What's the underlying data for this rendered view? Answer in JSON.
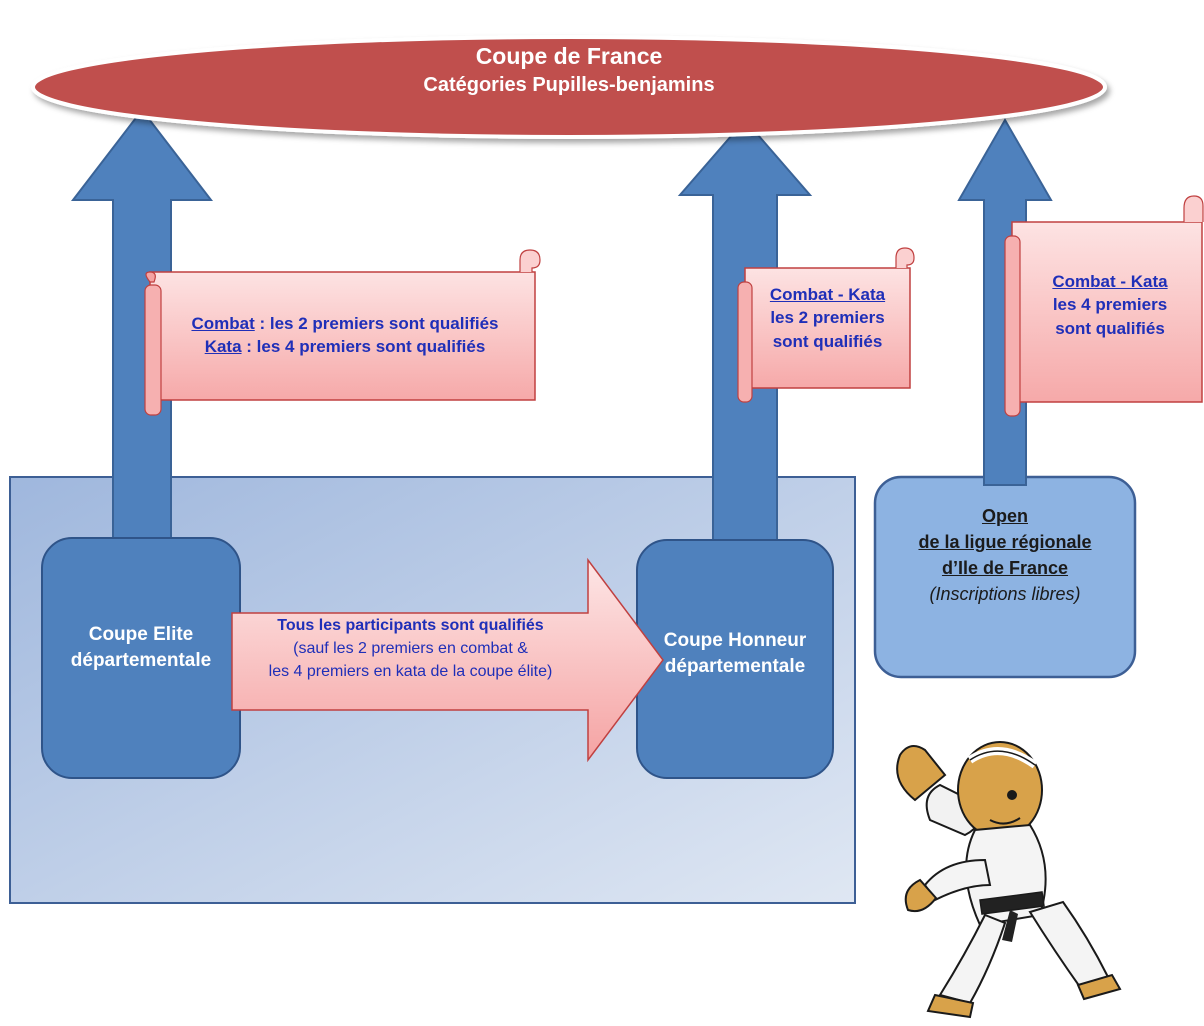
{
  "title": {
    "line1": "Coupe de France",
    "line2": "Catégories Pupilles-benjamins"
  },
  "scroll_elite": {
    "combat_word": "Combat",
    "combat_rest": " : les 2 premiers sont qualifiés",
    "kata_word": "Kata",
    "kata_rest": " : les 4 premiers sont qualifiés"
  },
  "scroll_honneur": {
    "title": "Combat - Kata",
    "line2": "les 2 premiers",
    "line3": "sont qualifiés"
  },
  "scroll_open": {
    "title": "Combat - Kata",
    "line2": "les 4 premiers",
    "line3": "sont qualifiés"
  },
  "coupe_elite": {
    "line1": "Coupe Elite",
    "line2": "départementale"
  },
  "coupe_honneur": {
    "line1": "Coupe Honneur",
    "line2": "départementale"
  },
  "transfer_arrow": {
    "line1": "Tous les participants sont qualifiés",
    "line2": "(sauf les 2 premiers en combat &",
    "line3": "les 4 premiers en kata de la coupe élite)"
  },
  "open_box": {
    "line1": "Open",
    "line2": "de la ligue régionale",
    "line3": "d’Ile de France",
    "line4": "(Inscriptions libres)"
  },
  "colors": {
    "ellipse": "#c0504d",
    "arrow": "#4f81bd",
    "panel": "#b8cce4",
    "box": "#4f81bd",
    "open_box": "#8db3e2",
    "scroll": "#f9c0c0",
    "text_blue": "#1f2fb8"
  }
}
